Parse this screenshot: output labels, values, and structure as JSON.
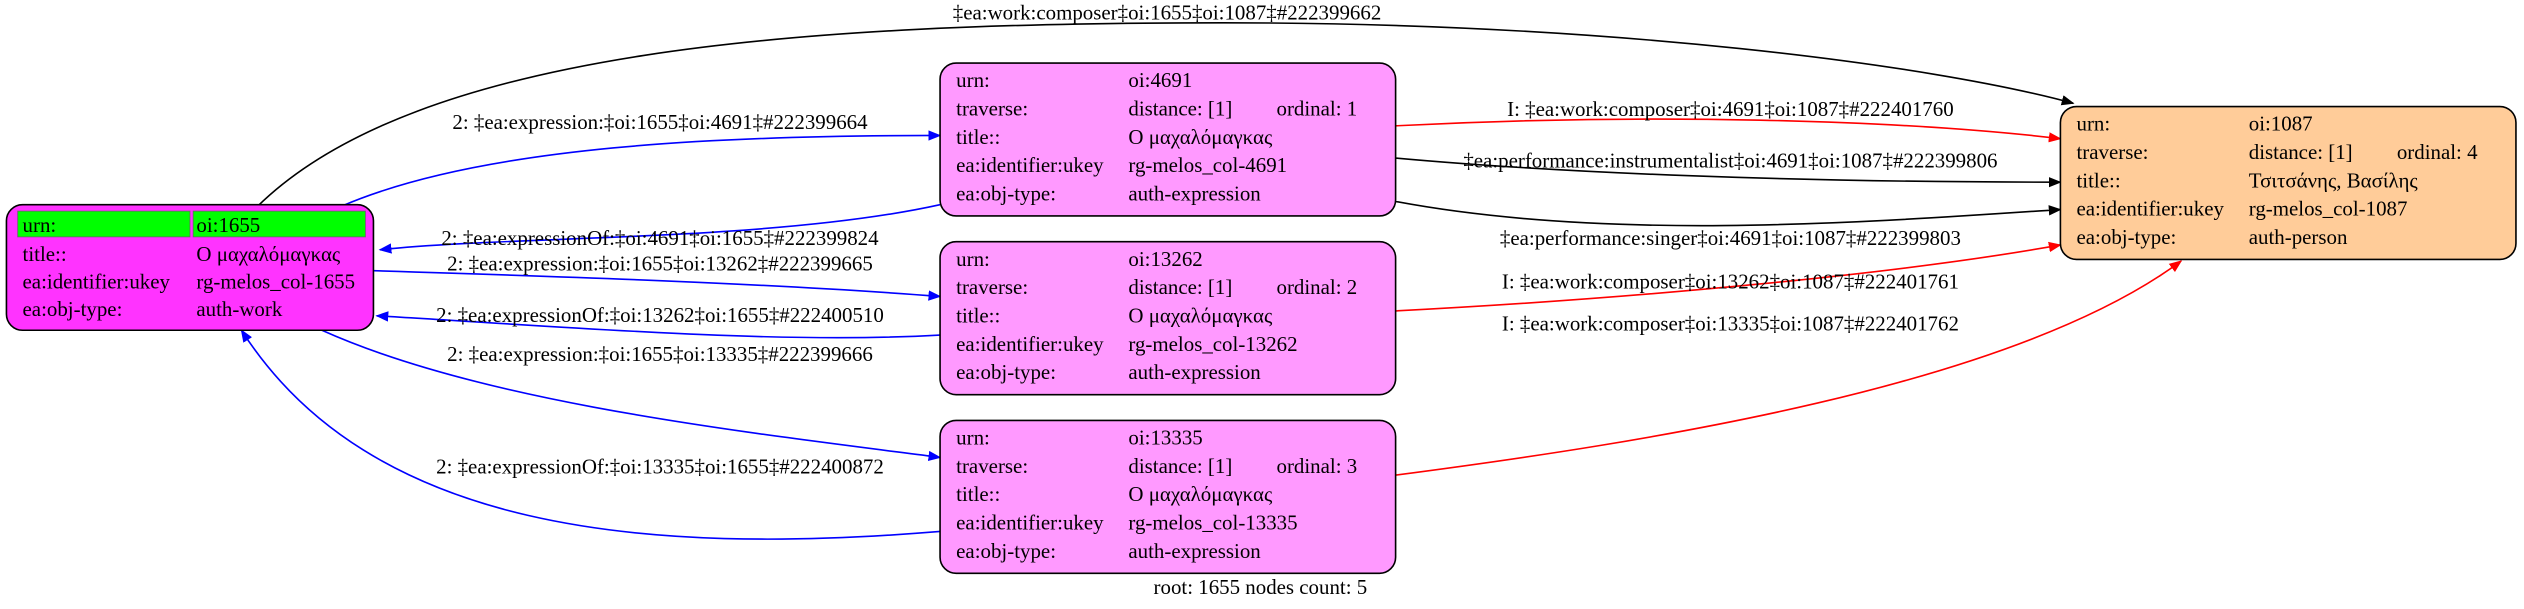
{
  "colors": {
    "work_node": "#ff33ff",
    "expression_node": "#ff99ff",
    "person_node": "#ffcc99",
    "urn_highlight": "#00ff00",
    "expression_edge": "#0000ff",
    "composer_edge": "#ff0000",
    "performance_edge": "#000000"
  },
  "nodes": {
    "work": {
      "urn_label": "urn:",
      "urn": "oi:1655",
      "title_label": "title::",
      "title": "Ο μαχαλόμαγκας",
      "ukey_label": "ea:identifier:ukey",
      "ukey": "rg-melos_col-1655",
      "type_label": "ea:obj-type:",
      "type": "auth-work"
    },
    "expr1": {
      "urn_label": "urn:",
      "urn": "oi:4691",
      "traverse_label": "traverse:",
      "distance": "distance: [1]",
      "ordinal": "ordinal: 1",
      "title_label": "title::",
      "title": "Ο μαχαλόμαγκας",
      "ukey_label": "ea:identifier:ukey",
      "ukey": "rg-melos_col-4691",
      "type_label": "ea:obj-type:",
      "type": "auth-expression"
    },
    "expr2": {
      "urn_label": "urn:",
      "urn": "oi:13262",
      "traverse_label": "traverse:",
      "distance": "distance: [1]",
      "ordinal": "ordinal: 2",
      "title_label": "title::",
      "title": "Ο μαχαλόμαγκας",
      "ukey_label": "ea:identifier:ukey",
      "ukey": "rg-melos_col-13262",
      "type_label": "ea:obj-type:",
      "type": "auth-expression"
    },
    "expr3": {
      "urn_label": "urn:",
      "urn": "oi:13335",
      "traverse_label": "traverse:",
      "distance": "distance: [1]",
      "ordinal": "ordinal: 3",
      "title_label": "title::",
      "title": "Ο μαχαλόμαγκας",
      "ukey_label": "ea:identifier:ukey",
      "ukey": "rg-melos_col-13335",
      "type_label": "ea:obj-type:",
      "type": "auth-expression"
    },
    "person": {
      "urn_label": "urn:",
      "urn": "oi:1087",
      "traverse_label": "traverse:",
      "distance": "distance: [1]",
      "ordinal": "ordinal: 4",
      "title_label": "title::",
      "title": "Τσιτσάνης, Βασίλης",
      "ukey_label": "ea:identifier:ukey",
      "ukey": "rg-melos_col-1087",
      "type_label": "ea:obj-type:",
      "type": "auth-person"
    }
  },
  "edges": {
    "work_composer_top": "‡ea:work:composer‡oi:1655‡oi:1087‡#222399662",
    "expr_1": "2: ‡ea:expression:‡oi:1655‡oi:4691‡#222399664",
    "exprof_1": "2: ‡ea:expressionOf:‡oi:4691‡oi:1655‡#222399824",
    "expr_2": "2: ‡ea:expression:‡oi:1655‡oi:13262‡#222399665",
    "exprof_2": "2: ‡ea:expressionOf:‡oi:13262‡oi:1655‡#222400510",
    "expr_3": "2: ‡ea:expression:‡oi:1655‡oi:13335‡#222399666",
    "exprof_3": "2: ‡ea:expressionOf:‡oi:13335‡oi:1655‡#222400872",
    "composer_1": "I: ‡ea:work:composer‡oi:4691‡oi:1087‡#222401760",
    "instrumentalist_1": "‡ea:performance:instrumentalist‡oi:4691‡oi:1087‡#222399806",
    "singer_1": "‡ea:performance:singer‡oi:4691‡oi:1087‡#222399803",
    "composer_2": "I: ‡ea:work:composer‡oi:13262‡oi:1087‡#222401761",
    "composer_3": "I: ‡ea:work:composer‡oi:13335‡oi:1087‡#222401762"
  },
  "footer": "root: 1655 nodes count: 5"
}
